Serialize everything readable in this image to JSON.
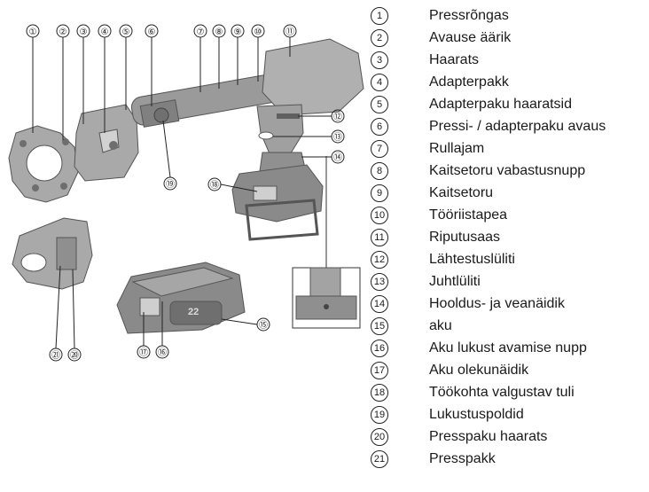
{
  "figure": {
    "battery_marking": "22",
    "callouts": [
      {
        "n": "①"
      },
      {
        "n": "②"
      },
      {
        "n": "③"
      },
      {
        "n": "④"
      },
      {
        "n": "⑤"
      },
      {
        "n": "⑥"
      },
      {
        "n": "⑦"
      },
      {
        "n": "⑧"
      },
      {
        "n": "⑨"
      },
      {
        "n": "⑩"
      },
      {
        "n": "⑪"
      },
      {
        "n": "⑫"
      },
      {
        "n": "⑬"
      },
      {
        "n": "⑭"
      },
      {
        "n": "⑮"
      },
      {
        "n": "⑯"
      },
      {
        "n": "⑰"
      },
      {
        "n": "⑱"
      },
      {
        "n": "⑲"
      },
      {
        "n": "⑳"
      },
      {
        "n": "㉑"
      }
    ]
  },
  "legend": [
    {
      "num": "1",
      "label": "Pressrõngas"
    },
    {
      "num": "2",
      "label": "Avause äärik"
    },
    {
      "num": "3",
      "label": "Haarats"
    },
    {
      "num": "4",
      "label": "Adapterpakk"
    },
    {
      "num": "5",
      "label": "Adapterpaku haaratsid"
    },
    {
      "num": "6",
      "label": "Pressi- / adapterpaku avaus"
    },
    {
      "num": "7",
      "label": "Rullajam"
    },
    {
      "num": "8",
      "label": "Kaitsetoru vabastusnupp"
    },
    {
      "num": "9",
      "label": "Kaitsetoru"
    },
    {
      "num": "10",
      "label": "Tööriistapea"
    },
    {
      "num": "11",
      "label": "Riputusaas"
    },
    {
      "num": "12",
      "label": "Lähtestuslüliti"
    },
    {
      "num": "13",
      "label": "Juhtlüliti"
    },
    {
      "num": "14",
      "label": "Hooldus- ja veanäidik"
    },
    {
      "num": "15",
      "label": "aku"
    },
    {
      "num": "16",
      "label": "Aku lukust avamise nupp"
    },
    {
      "num": "17",
      "label": "Aku olekunäidik"
    },
    {
      "num": "18",
      "label": "Töökohta valgustav tuli"
    },
    {
      "num": "19",
      "label": "Lukustuspoldid"
    },
    {
      "num": "20",
      "label": "Presspaku haarats"
    },
    {
      "num": "21",
      "label": "Presspakk"
    }
  ]
}
